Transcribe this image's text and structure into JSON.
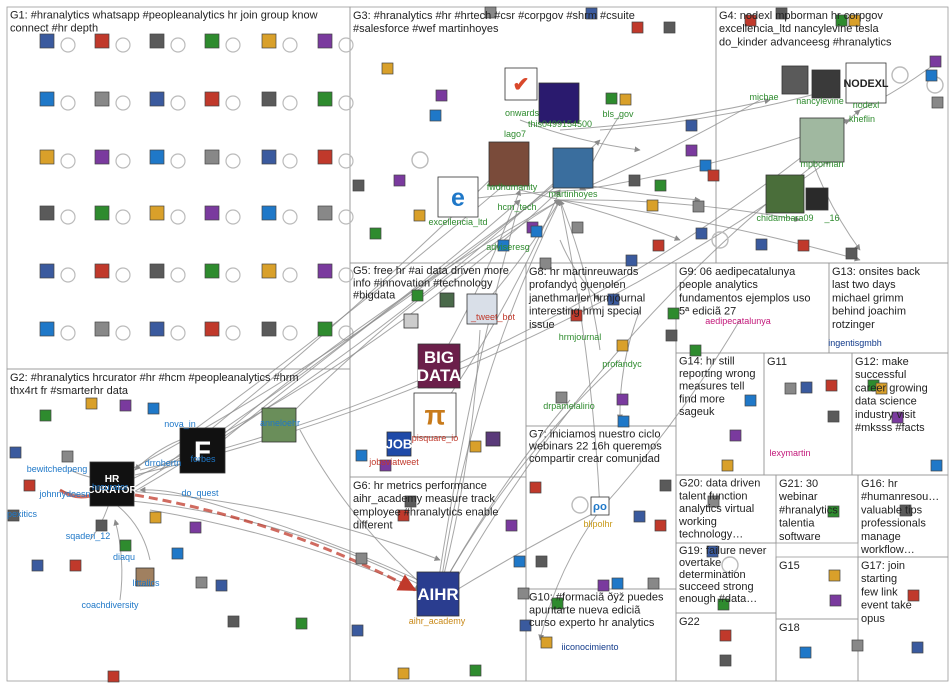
{
  "groups": [
    {
      "id": "G1",
      "lines": [
        "G1: #hranalytics whatsapp #peopleanalytics hr join group know",
        "connect #hr depth"
      ]
    },
    {
      "id": "G2",
      "lines": [
        "G2: #hranalytics hrcurator #hr #hcm #peopleanalytics #hrm",
        "thx4rt fr #smarterhr data"
      ]
    },
    {
      "id": "G3",
      "lines": [
        "G3: #hranalytics #hr #hrtech #csr #corpgov #shrm #csuite",
        "#salesforce #wef martinhoyes"
      ]
    },
    {
      "id": "G4",
      "lines": [
        "G4: nodexl mpborman hr corpgov",
        "excellencia_ltd nancylevine tesla",
        "do_kinder advanceesg #hranalytics"
      ]
    },
    {
      "id": "G5",
      "lines": [
        "G5: free hr #ai data driven more",
        "info #innovation #technology",
        "#bigdata"
      ]
    },
    {
      "id": "G6",
      "lines": [
        "G6: hr metrics performance",
        "aihr_academy measure track",
        "employee #hranalytics enable",
        "different"
      ]
    },
    {
      "id": "G7",
      "lines": [
        "G7: iniciamos nuestro ciclo",
        "webinars 22 16h queremos",
        "compartir crear comunidad"
      ]
    },
    {
      "id": "G8",
      "lines": [
        "G8: hr martinreuwards",
        "profandyc guenolen",
        "janethmarler hrmjournal",
        "interesting hrmj special",
        "issue"
      ]
    },
    {
      "id": "G9",
      "lines": [
        "G9: 06 aedipecatalunya",
        "people analytics",
        "fundamentos ejemplos uso",
        "5ª ediciã 27"
      ]
    },
    {
      "id": "G10",
      "lines": [
        "G10: #formaciã ðÿž puedes",
        "apuntarte nueva ediciã",
        "curso experto hr analytics"
      ]
    },
    {
      "id": "G11",
      "lines": [
        "G11"
      ]
    },
    {
      "id": "G12",
      "lines": [
        "G12: make",
        "successful",
        "career growing",
        "data science",
        "industry visit",
        "#mksss #facts"
      ]
    },
    {
      "id": "G13",
      "lines": [
        "G13: onsites back",
        "last two days",
        "michael grimm",
        "behind joachim",
        "rotzinger"
      ]
    },
    {
      "id": "G14",
      "lines": [
        "G14: hr still",
        "reporting wrong",
        "measures tell",
        "find more",
        "sageuk"
      ]
    },
    {
      "id": "G15",
      "lines": [
        "G15"
      ]
    },
    {
      "id": "G16",
      "lines": [
        "G16: hr",
        "#humanresou…",
        "valuable tips",
        "professionals",
        "manage",
        "workflow…"
      ]
    },
    {
      "id": "G17",
      "lines": [
        "G17: join",
        "starting",
        "few link",
        "event take",
        "opus"
      ]
    },
    {
      "id": "G18",
      "lines": [
        "G18"
      ]
    },
    {
      "id": "G19",
      "lines": [
        "G19: failure never",
        "overtake",
        "determination",
        "succeed strong",
        "enough #data…"
      ]
    },
    {
      "id": "G20",
      "lines": [
        "G20: data driven",
        "talent function",
        "analytics virtual",
        "working",
        "technology…"
      ]
    },
    {
      "id": "G21",
      "lines": [
        "G21: 30",
        "webinar",
        "#hranalytics",
        "talentia",
        "software"
      ]
    },
    {
      "id": "G22",
      "lines": [
        "G22"
      ]
    }
  ],
  "nodes": [
    {
      "id": "bewitchedpeng",
      "label": "bewitchedpeng",
      "group": "G2"
    },
    {
      "id": "johnnydoesn",
      "label": "johnnydoesn",
      "group": "G2"
    },
    {
      "id": "pexitics",
      "label": "pexitics",
      "group": "G2"
    },
    {
      "id": "hrcurator",
      "label": "hrcurator",
      "group": "G2"
    },
    {
      "id": "nova_in",
      "label": "nova_in",
      "group": "G2"
    },
    {
      "id": "drrobertn",
      "label": "drrobertn",
      "group": "G2"
    },
    {
      "id": "forbes",
      "label": "forbes",
      "group": "G2"
    },
    {
      "id": "do_quest",
      "label": "do_quest",
      "group": "G2"
    },
    {
      "id": "anneloehr",
      "label": "anneloehr",
      "group": "G2"
    },
    {
      "id": "sqaderi_12",
      "label": "sqaderi_12",
      "group": "G2"
    },
    {
      "id": "diaqu",
      "label": "diaqu",
      "group": "G2"
    },
    {
      "id": "littalics",
      "label": "littalics",
      "group": "G2"
    },
    {
      "id": "coachdiversity",
      "label": "coachdiversity",
      "group": "G2"
    },
    {
      "id": "onwards",
      "label": "onwards",
      "group": "G3"
    },
    {
      "id": "lago7",
      "label": "lago7",
      "group": "G3"
    },
    {
      "id": "this0499154500",
      "label": "this0499154500",
      "group": "G3"
    },
    {
      "id": "bls_gov",
      "label": "bls_gov",
      "group": "G3"
    },
    {
      "id": "fwdhumanity",
      "label": "fwdhumanity",
      "group": "G3"
    },
    {
      "id": "hcm_tech",
      "label": "hcm_tech",
      "group": "G3"
    },
    {
      "id": "martinhoyes",
      "label": "martinhoyes",
      "group": "G3"
    },
    {
      "id": "excellencia_ltd",
      "label": "excellencia_ltd",
      "group": "G3"
    },
    {
      "id": "adviseresg",
      "label": "adviseresg",
      "group": "G3"
    },
    {
      "id": "michae",
      "label": "michae",
      "group": "G4"
    },
    {
      "id": "nancylevine",
      "label": "nancylevine",
      "group": "G4"
    },
    {
      "id": "nodexl",
      "label": "nodexl",
      "group": "G4"
    },
    {
      "id": "kheflin",
      "label": "kheflin",
      "group": "G4"
    },
    {
      "id": "mpborman",
      "label": "mpborman",
      "group": "G4"
    },
    {
      "id": "chidambara09",
      "label": "chidambara09",
      "group": "G4"
    },
    {
      "id": "_16",
      "label": "_16",
      "group": "G4"
    },
    {
      "id": "_tweet_bot",
      "label": "_tweet_bot",
      "group": "G5"
    },
    {
      "id": "pisquare_io",
      "label": "pisquare_io",
      "group": "G5"
    },
    {
      "id": "jobsviatweet",
      "label": "jobsviatweet",
      "group": "G5"
    },
    {
      "id": "hrmjournal",
      "label": "hrmjournal",
      "group": "G8"
    },
    {
      "id": "profandyc",
      "label": "profandyc",
      "group": "G8"
    },
    {
      "id": "drpamelalirio",
      "label": "drpamelalirio",
      "group": "G8"
    },
    {
      "id": "aedipecatalunya",
      "label": "aedipecatalunya",
      "group": "G9"
    },
    {
      "id": "ingentisgmbh",
      "label": "ingentisgmbh",
      "group": "G13"
    },
    {
      "id": "lexymartin",
      "label": "lexymartin",
      "group": "G11"
    },
    {
      "id": "blipolhr",
      "label": "blipolhr",
      "group": "G7"
    },
    {
      "id": "aihr_academy",
      "label": "aihr_academy",
      "group": "G6"
    },
    {
      "id": "iiconocimiento",
      "label": "iiconocimiento",
      "group": "G10"
    }
  ],
  "tiles": [
    {
      "id": "hrcurator",
      "lines": [
        "HR",
        "CURATOR"
      ]
    },
    {
      "id": "forbes",
      "lines": [
        "F"
      ]
    },
    {
      "id": "bigdata",
      "lines": [
        "BIG",
        "DATA"
      ]
    },
    {
      "id": "pisquare",
      "lines": [
        "π"
      ]
    },
    {
      "id": "aihr",
      "lines": [
        "AIHR"
      ]
    },
    {
      "id": "nodexl",
      "lines": [
        "NODEXL"
      ]
    },
    {
      "id": "blipol",
      "lines": [
        "ρο"
      ]
    },
    {
      "id": "excellencia",
      "lines": [
        "e"
      ]
    },
    {
      "id": "jobsvia",
      "lines": [
        "JOB"
      ]
    },
    {
      "id": "onwards",
      "lines": [
        "✔"
      ]
    }
  ],
  "colors": {
    "background": "#ffffff",
    "group_border": "#999999",
    "edge": "#bbbbbb",
    "edge_dark": "#8a8a8a",
    "edge_highlight": "#c0392b",
    "label_blue": "#1f78c8",
    "label_green": "#2e8b2e",
    "label_magenta": "#c2187a",
    "label_red": "#c0392b",
    "label_darkblue": "#123a8a"
  }
}
